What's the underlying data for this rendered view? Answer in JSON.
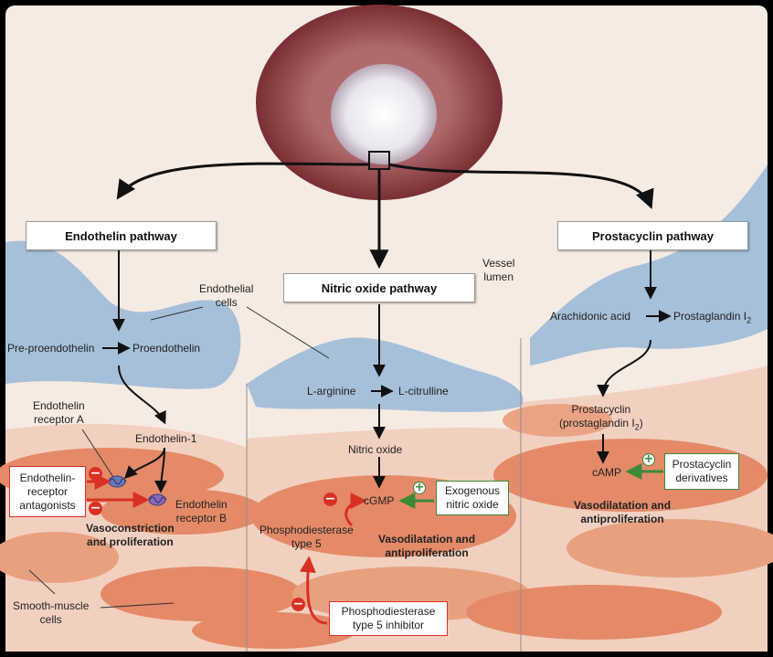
{
  "pathways": {
    "endothelin": "Endothelin pathway",
    "nitric_oxide": "Nitric oxide pathway",
    "prostacyclin": "Prostacyclin pathway"
  },
  "labels": {
    "vessel_lumen": "Vessel\nlumen",
    "endothelial_cells": "Endothelial\ncells",
    "smooth_muscle_cells": "Smooth-muscle\ncells",
    "pre_proendothelin": "Pre-proendothelin",
    "proendothelin": "Proendothelin",
    "endothelin_1": "Endothelin-1",
    "receptor_a": "Endothelin\nreceptor A",
    "receptor_b": "Endothelin\nreceptor B",
    "vasoconstriction": "Vasoconstriction\nand proliferation",
    "l_arginine": "L-arginine",
    "l_citrulline": "L-citrulline",
    "nitric_oxide": "Nitric oxide",
    "cgmp": "cGMP",
    "pde5": "Phosphodiesterase\ntype 5",
    "vasodilatation_no": "Vasodilatation and\nantiproliferation",
    "arachidonic_acid": "Arachidonic acid",
    "prostaglandin_i2": "Prostaglandin I",
    "prostaglandin_sub": "2",
    "prostacyclin": "Prostacyclin",
    "prostacyclin_paren": "(prostaglandin I",
    "prostacyclin_paren_end": ")",
    "camp": "cAMP",
    "vasodilatation_pc": "Vasodilatation and\nantiproliferation"
  },
  "drugs": {
    "endothelin_antagonists": "Endothelin-\nreceptor\nantagonists",
    "exogenous_no": "Exogenous\nnitric oxide",
    "pde5_inhibitor": "Phosphodiesterase\ntype 5 inhibitor",
    "prostacyclin_derivatives": "Prostacyclin\nderivatives"
  },
  "signs": {
    "minus": "−",
    "plus": "+"
  },
  "colors": {
    "background": "#f6ebe2",
    "endothelium": "#9fbbd8",
    "smooth_muscle": "#e48a68",
    "vessel_ring": "#8a3a3f",
    "inhibit_arrow": "#d93025",
    "stimulate_arrow": "#3a8a3a"
  }
}
